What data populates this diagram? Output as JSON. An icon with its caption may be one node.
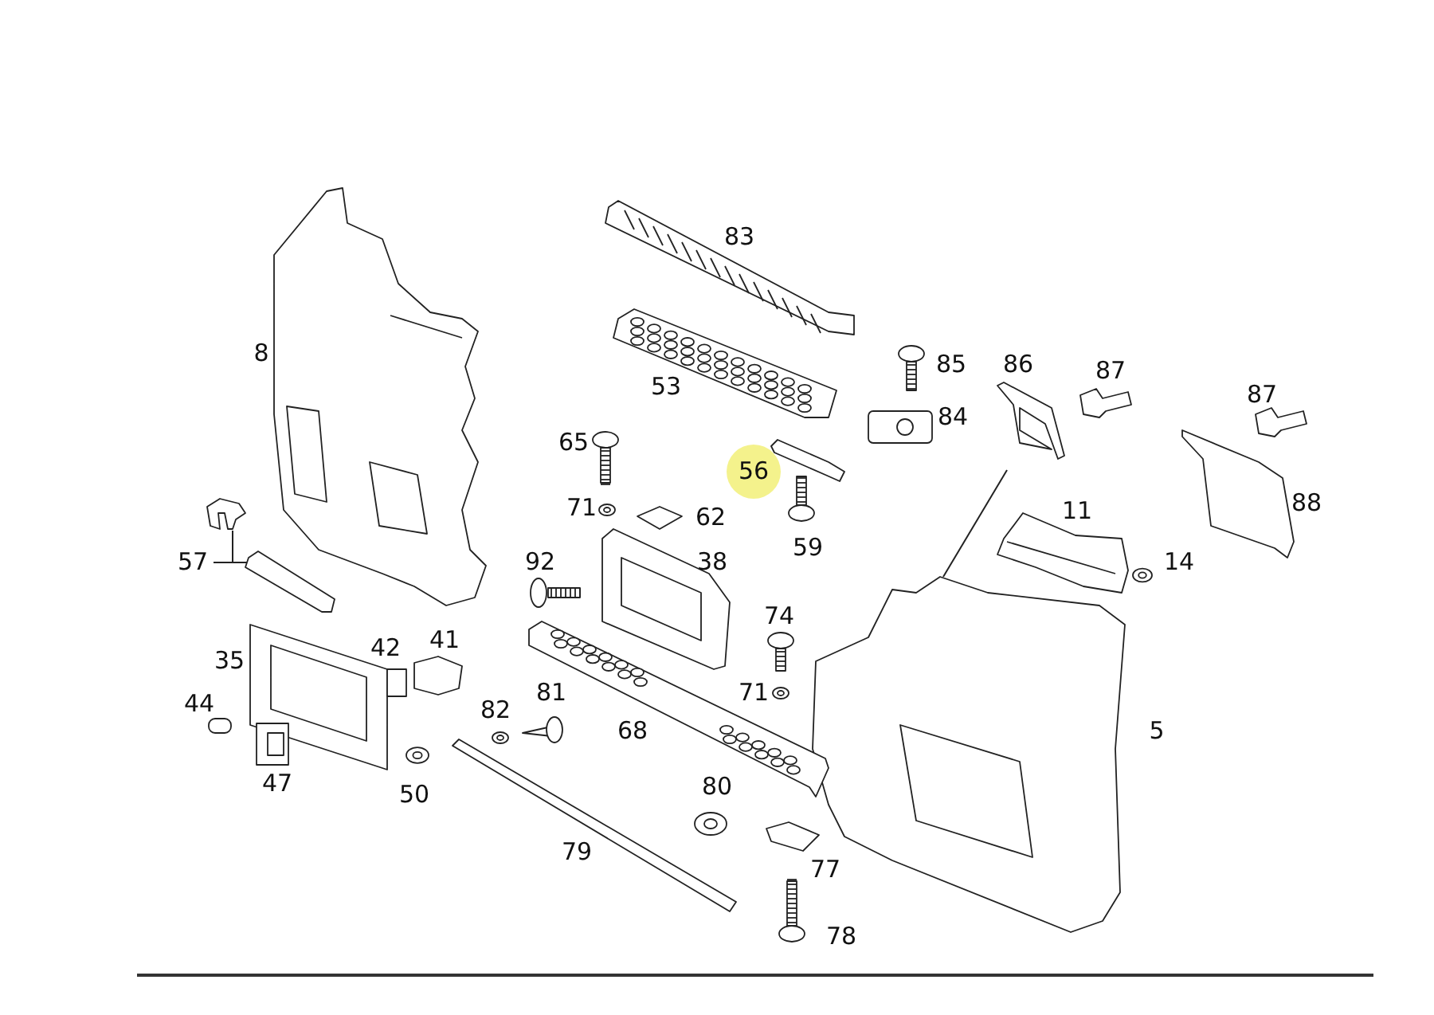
{
  "diagram": {
    "nodes": [
      {
        "text": [
          "57"
        ]
      },
      {
        "text": [],
        "shape": "picture"
      },
      {
        "text": [],
        "shape": "picture"
      },
      {
        "text": [],
        "shape": "picture"
      },
      {
        "text": [],
        "shape": "picture"
      }
    ],
    "edges": [
      {
        "from": 0,
        "to": 1,
        "arrow": "none"
      },
      {
        "from": 0,
        "to": 2,
        "arrow": "none"
      },
      {
        "from": 3,
        "to": 4,
        "arrow": "none"
      }
    ],
    "labels": [
      "83",
      "85",
      "86",
      "87",
      "8",
      "53",
      "84",
      "87",
      "65",
      "56",
      "88",
      "71",
      "62",
      "59",
      "11",
      "92",
      "38",
      "14",
      "74",
      "41",
      "35",
      "42",
      "71",
      "44",
      "82",
      "81",
      "5",
      "68",
      "47",
      "50",
      "80",
      "79",
      "77",
      "78"
    ]
  }
}
